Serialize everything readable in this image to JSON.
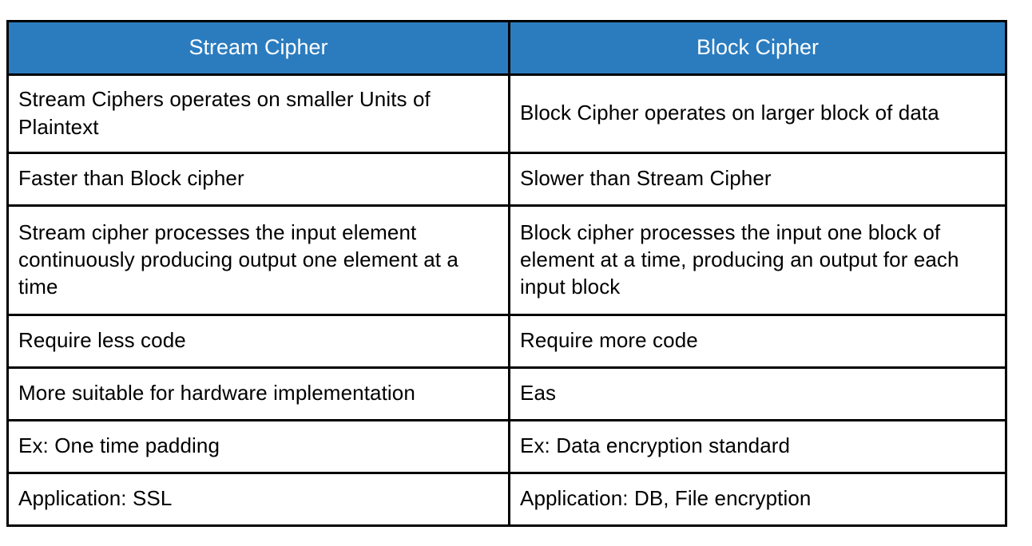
{
  "table": {
    "title": "Stream Cipher vs Block Cipher comparison",
    "header_background": "#2B7CBF",
    "header_text_color": "#ffffff",
    "border_color": "#000000",
    "columns": [
      {
        "label": "Stream Cipher"
      },
      {
        "label": "Block Cipher"
      }
    ],
    "rows": [
      {
        "left": "Stream Ciphers operates on smaller Units of Plaintext",
        "right": "Block Cipher operates on larger block of data"
      },
      {
        "left": "Faster than Block cipher",
        "right": "Slower than Stream Cipher"
      },
      {
        "left": "Stream cipher processes the input element continuously producing output one element at a time",
        "right": "Block cipher processes the input one block of element at a time, producing an output for each input block"
      },
      {
        "left": "Require less code",
        "right": "Require more code"
      },
      {
        "left": "More suitable for hardware implementation",
        "right": "Eas"
      },
      {
        "left": "Ex: One time padding",
        "right": "Ex: Data encryption standard"
      },
      {
        "left": "Application: SSL",
        "right": "Application: DB, File encryption"
      }
    ]
  }
}
